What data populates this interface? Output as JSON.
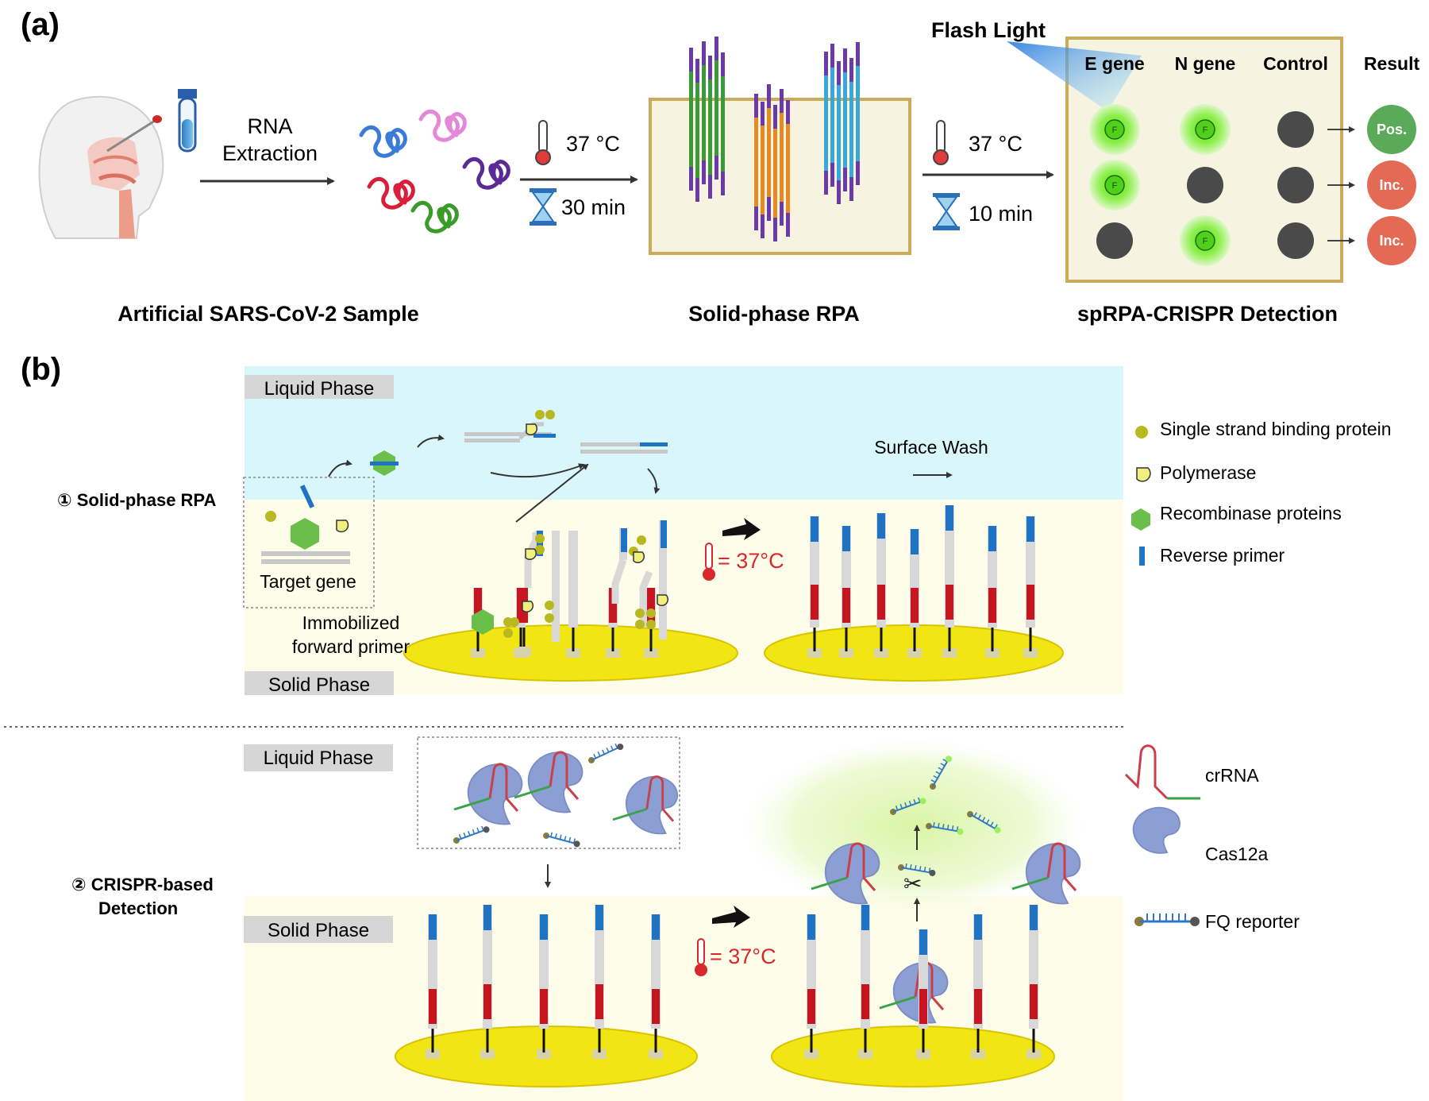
{
  "panel_a": {
    "label": "(a)",
    "rna_extraction": [
      "RNA",
      "Extraction"
    ],
    "temp1": "37 °C",
    "time1": "30 min",
    "temp2": "37 °C",
    "time2": "10 min",
    "flash_light": "Flash Light",
    "grid_headers": [
      "E gene",
      "N gene",
      "Control",
      "Result"
    ],
    "fluor_mark": "F",
    "results": [
      "Pos.",
      "Inc.",
      "Inc."
    ],
    "stage_titles": [
      "Artificial SARS-CoV-2 Sample",
      "Solid-phase RPA",
      "spRPA-CRISPR Detection"
    ],
    "colors": {
      "pos": "#5aaa5a",
      "inc": "#e46a55",
      "glow": "#66e020",
      "dark": "#4a4a4a",
      "box_border": "#c9ab5a",
      "box_fill": "#f6f3e0"
    }
  },
  "panel_b": {
    "label": "(b)",
    "liquid_phase": "Liquid Phase",
    "solid_phase": "Solid Phase",
    "step1": "① Solid-phase RPA",
    "step2_line1": "② CRISPR-based",
    "step2_line2": "Detection",
    "target_gene": "Target gene",
    "immobilized": [
      "Immobilized",
      "forward primer"
    ],
    "surface_wash": "Surface Wash",
    "temp": "= 37°C",
    "legend_top": [
      "Single strand binding protein",
      "Polymerase",
      "Recombinase proteins",
      "Reverse primer"
    ],
    "legend_bottom": [
      "crRNA",
      "Cas12a",
      "FQ reporter"
    ],
    "colors": {
      "liquid": "#d9f6fb",
      "solid": "#fdfde9",
      "disk": "#f2e514",
      "primer_red": "#c8141e",
      "primer_blue": "#1f73c4",
      "protein": "#b8b820",
      "recombinase": "#6abf4b",
      "cas": "#8c9fd4",
      "temp_red": "#d8282b"
    }
  }
}
